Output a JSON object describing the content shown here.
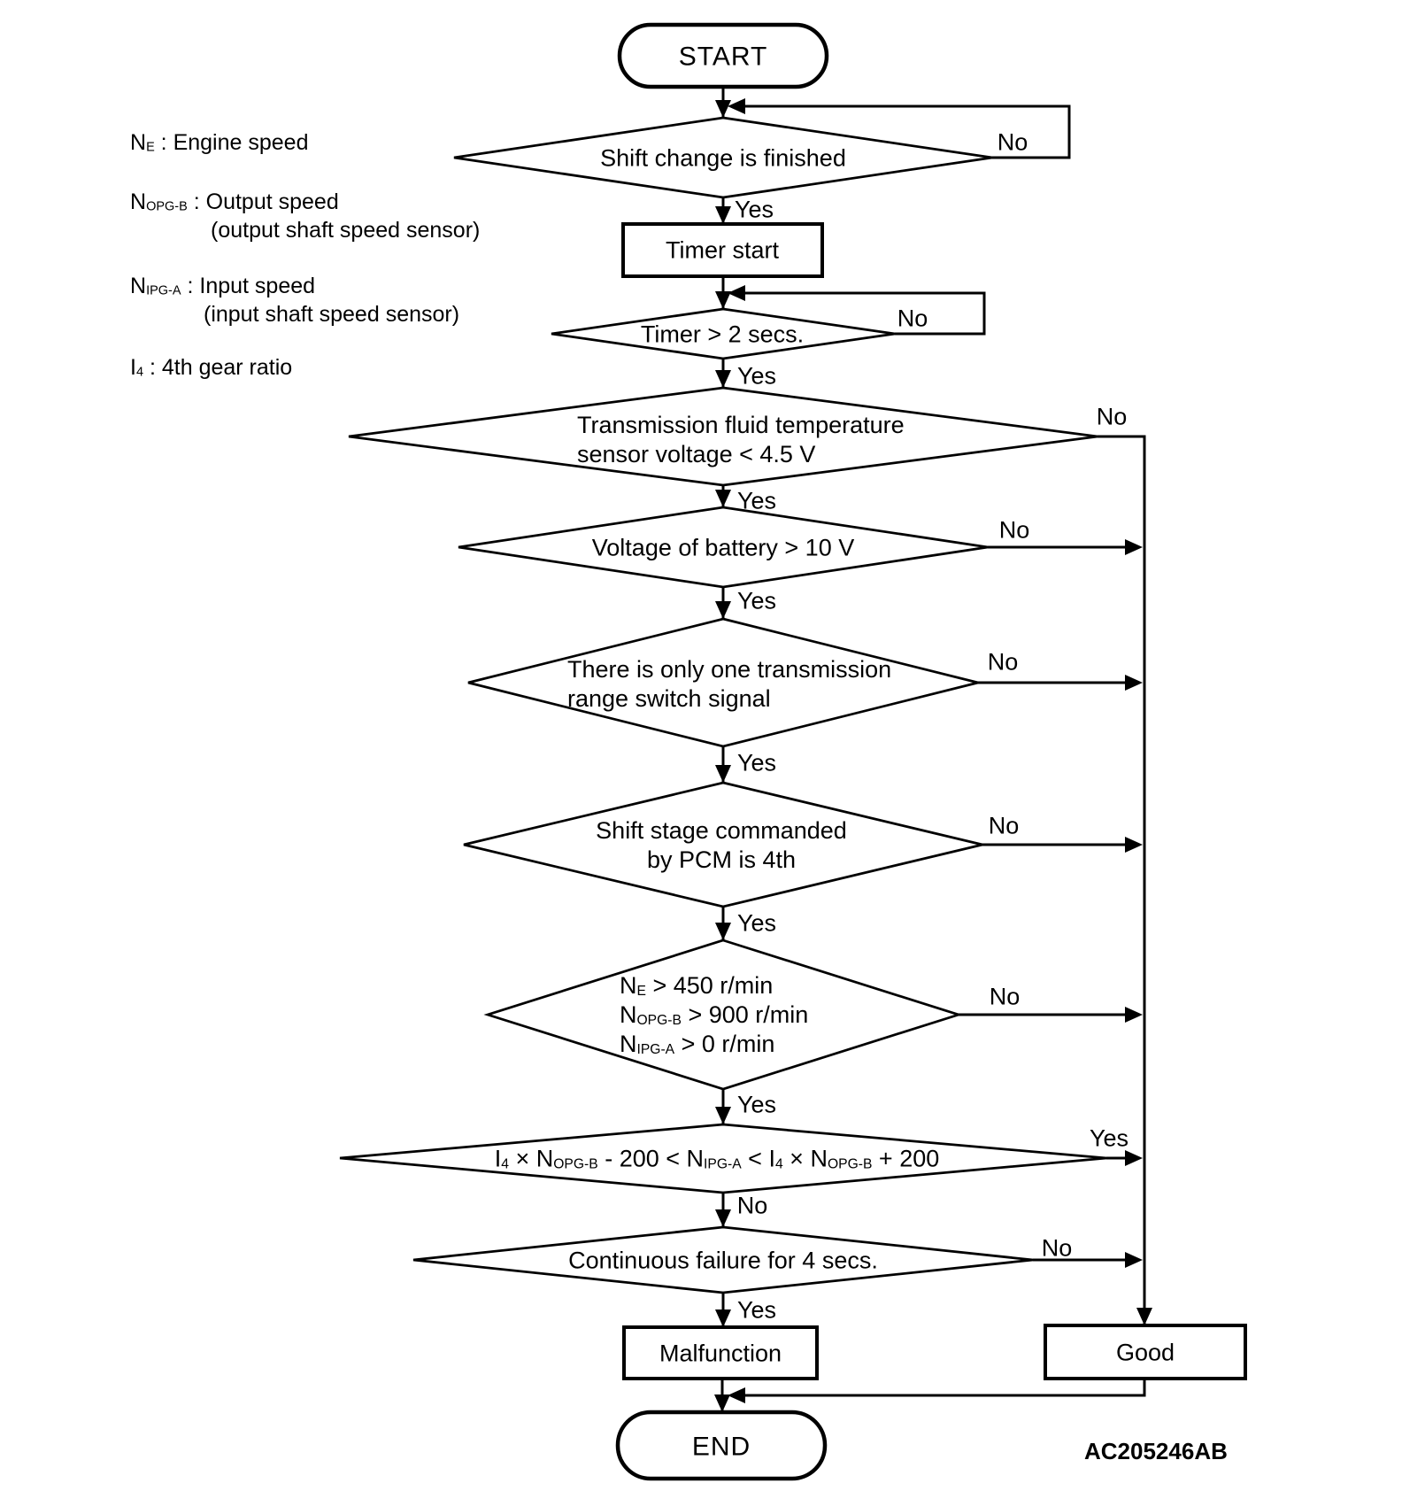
{
  "colors": {
    "ink": "#000000",
    "background": "#ffffff"
  },
  "figure_code": "AC205246AB",
  "edge_labels": {
    "yes": "Yes",
    "no": "No"
  },
  "legend": {
    "items": [
      {
        "symbol": "N",
        "subscript": "E",
        "rest": " : Engine speed",
        "note": ""
      },
      {
        "symbol": "N",
        "subscript": "OPG-B",
        "rest": " : Output speed",
        "note": "(output shaft speed sensor)"
      },
      {
        "symbol": "N",
        "subscript": "IPG-A",
        "rest": " : Input speed",
        "note": "(input shaft speed sensor)"
      },
      {
        "symbol": "I",
        "subscript": "4",
        "rest": " : 4th gear ratio",
        "note": ""
      }
    ]
  },
  "nodes": {
    "start": {
      "label": "START"
    },
    "shift_change_decision": {
      "label": "Shift change is finished"
    },
    "timer_start": {
      "label": "Timer start"
    },
    "timer_decision": {
      "label": "Timer > 2 secs."
    },
    "fluid_temp_decision": {
      "line1": "Transmission fluid temperature",
      "line2": "sensor voltage < 4.5 V"
    },
    "battery_decision": {
      "label": "Voltage of battery > 10 V"
    },
    "range_switch_decision": {
      "line1": "There is only one transmission",
      "line2": "range switch signal"
    },
    "shift_stage_decision": {
      "line1": "Shift stage commanded",
      "line2": "by PCM is 4th"
    },
    "speed_decision": {
      "lines": [
        {
          "segments": [
            {
              "t": "N",
              "sub": "E"
            },
            {
              "t": " > 450 r/min"
            }
          ]
        },
        {
          "segments": [
            {
              "t": "N",
              "sub": "OPG-B"
            },
            {
              "t": " > 900 r/min"
            }
          ]
        },
        {
          "segments": [
            {
              "t": "N",
              "sub": "IPG-A"
            },
            {
              "t": " > 0 r/min"
            }
          ]
        }
      ]
    },
    "gear_ratio_decision": {
      "segments": [
        {
          "t": "I",
          "sub": "4"
        },
        {
          "t": " × N",
          "sub": "OPG-B"
        },
        {
          "t": " - 200 < N",
          "sub": "IPG-A"
        },
        {
          "t": " < I",
          "sub": "4"
        },
        {
          "t": " × N",
          "sub": "OPG-B"
        },
        {
          "t": " + 200"
        }
      ]
    },
    "continuous_failure_decision": {
      "label": "Continuous failure for 4 secs."
    },
    "malfunction": {
      "label": "Malfunction"
    },
    "good": {
      "label": "Good"
    },
    "end": {
      "label": "END"
    }
  }
}
